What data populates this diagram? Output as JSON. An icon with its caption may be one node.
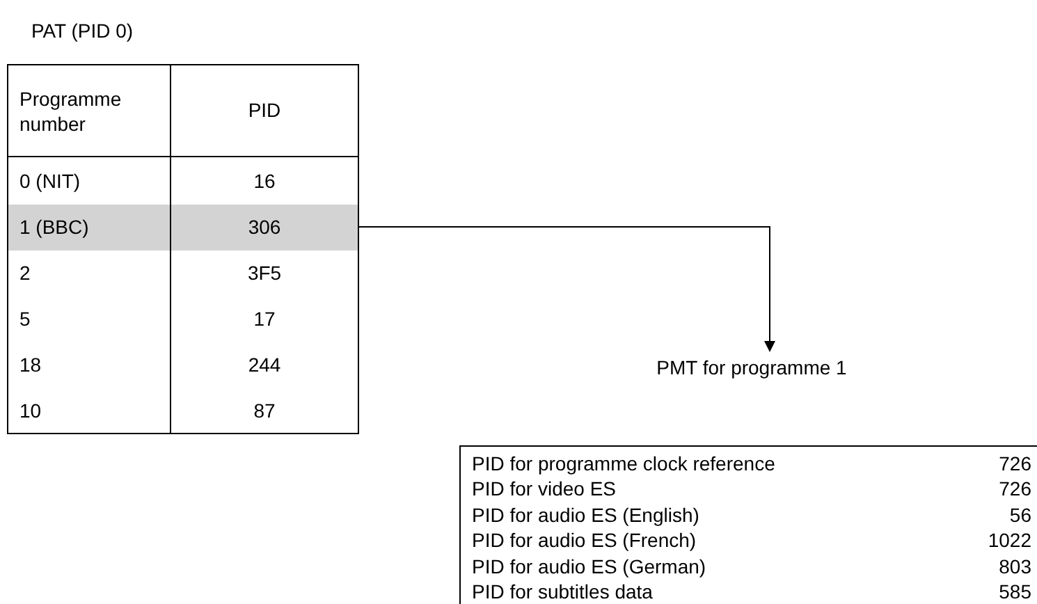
{
  "diagram": {
    "nodes": [
      {
        "text": [
          "PAT (PID 0)"
        ]
      },
      {
        "text": [
          "1 (BBC)",
          "306"
        ],
        "in": 0
      },
      {
        "text": [
          "PMT for programme 1"
        ]
      }
    ],
    "edges": [
      {
        "from": 1,
        "to": 2,
        "arrow": "to"
      }
    ],
    "labels": [
      "Programme number",
      "PID",
      "0 (NIT)",
      "16",
      "2",
      "3F5",
      "5",
      "17",
      "18",
      "244",
      "10",
      "87",
      "PID for programme clock reference",
      "726",
      "PID for video ES",
      "726",
      "PID for audio ES (English)",
      "56",
      "PID for audio ES (French)",
      "1022",
      "PID for audio ES (German)",
      "803",
      "PID for subtitles data",
      "585"
    ]
  }
}
